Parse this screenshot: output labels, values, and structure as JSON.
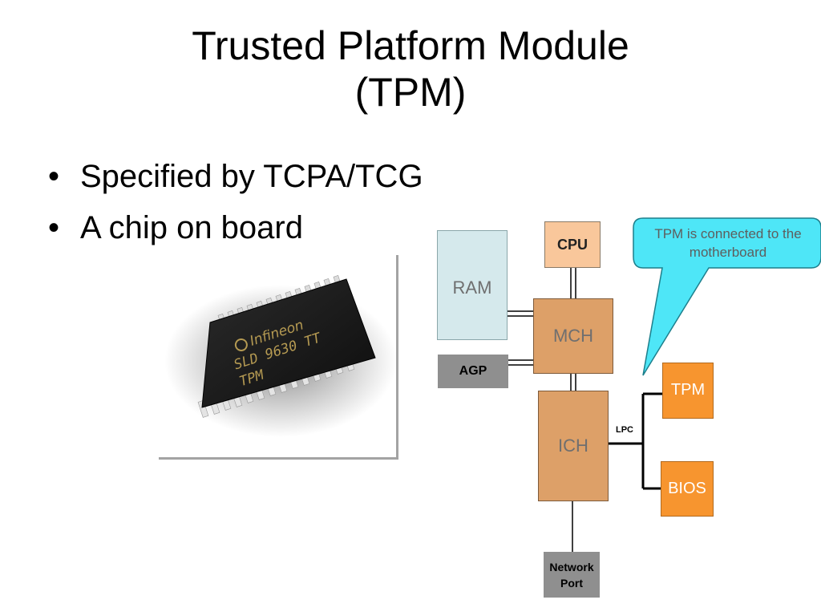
{
  "slide": {
    "title_line1": "Trusted Platform Module",
    "title_line2": "(TPM)",
    "bullets": [
      "Specified by TCPA/TCG",
      "A chip on board"
    ]
  },
  "chip_photo": {
    "brand": "Infineon",
    "line1": "SLD 9630 TT",
    "line2": "TPM"
  },
  "diagram": {
    "cpu": "CPU",
    "ram": "RAM",
    "mch": "MCH",
    "agp": "AGP",
    "ich": "ICH",
    "tpm": "TPM",
    "bios": "BIOS",
    "network_line1": "Network",
    "network_line2": "Port",
    "lpc": "LPC",
    "callout": "TPM is connected to the motherboard"
  },
  "colors": {
    "ram_fill": "#d5e9ec",
    "chipset_fill": "#dda068",
    "tpm_fill": "#f7952f",
    "gray_fill": "#8f8f8f",
    "callout_fill": "#4ee6f7",
    "cpu_fill": "#f9c79b"
  }
}
